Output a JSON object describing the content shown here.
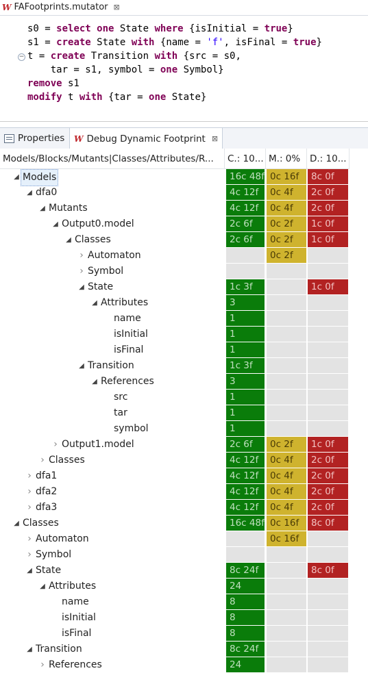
{
  "editor": {
    "tab_title": "FAFootprints.mutator",
    "close_glyph": "⊠",
    "lines": [
      {
        "y": 0,
        "segments": [
          [
            "t",
            "s0 = "
          ],
          [
            "k",
            "select one"
          ],
          [
            "t",
            " State "
          ],
          [
            "k",
            "where"
          ],
          [
            "t",
            " {isInitial = "
          ],
          [
            "k",
            "true"
          ],
          [
            "t",
            "}"
          ]
        ]
      },
      {
        "y": 1,
        "segments": [
          [
            "t",
            "s1 = "
          ],
          [
            "k",
            "create"
          ],
          [
            "t",
            " State "
          ],
          [
            "k",
            "with"
          ],
          [
            "t",
            " {name = "
          ],
          [
            "s",
            "'f'"
          ],
          [
            "t",
            ", isFinal = "
          ],
          [
            "k",
            "true"
          ],
          [
            "t",
            "}"
          ]
        ]
      },
      {
        "y": 2,
        "segments": [
          [
            "t",
            "t = "
          ],
          [
            "k",
            "create"
          ],
          [
            "t",
            " Transition "
          ],
          [
            "k",
            "with"
          ],
          [
            "t",
            " {src = s0,"
          ]
        ]
      },
      {
        "y": 3,
        "segments": [
          [
            "t",
            "    tar = s1, symbol = "
          ],
          [
            "k",
            "one"
          ],
          [
            "t",
            " Symbol}"
          ]
        ]
      },
      {
        "y": 4,
        "segments": [
          [
            "k",
            "remove"
          ],
          [
            "t",
            " s1"
          ]
        ]
      },
      {
        "y": 5,
        "segments": [
          [
            "k",
            "modify"
          ],
          [
            "t",
            " t "
          ],
          [
            "k",
            "with"
          ],
          [
            "t",
            " {tar = "
          ],
          [
            "k",
            "one"
          ],
          [
            "t",
            " State}"
          ]
        ]
      }
    ]
  },
  "views": {
    "properties_label": "Properties",
    "debug_label": "Debug Dynamic Footprint",
    "close_glyph": "⊠"
  },
  "table": {
    "headers": {
      "name": "Models/Blocks/Mutants|Classes/Attributes/R...",
      "c": "C.: 10...",
      "m": "M.: 0%",
      "d": "D.: 10..."
    },
    "rows": [
      {
        "label": "Models",
        "level": 0,
        "twisty": "open",
        "selected": true,
        "c": [
          "16c 48f",
          "green"
        ],
        "m": [
          "0c 16f",
          "yellow"
        ],
        "d": [
          "8c 0f",
          "red"
        ]
      },
      {
        "label": "dfa0",
        "level": 1,
        "twisty": "open",
        "c": [
          "4c 12f",
          "green"
        ],
        "m": [
          "0c 4f",
          "yellow"
        ],
        "d": [
          "2c 0f",
          "red"
        ]
      },
      {
        "label": "Mutants",
        "level": 2,
        "twisty": "open",
        "c": [
          "4c 12f",
          "green"
        ],
        "m": [
          "0c 4f",
          "yellow"
        ],
        "d": [
          "2c 0f",
          "red"
        ]
      },
      {
        "label": "Output0.model",
        "level": 3,
        "twisty": "open",
        "c": [
          "2c 6f",
          "green"
        ],
        "m": [
          "0c 2f",
          "yellow"
        ],
        "d": [
          "1c 0f",
          "red"
        ]
      },
      {
        "label": "Classes",
        "level": 4,
        "twisty": "open",
        "c": [
          "2c 6f",
          "green"
        ],
        "m": [
          "0c 2f",
          "yellow"
        ],
        "d": [
          "1c 0f",
          "red"
        ]
      },
      {
        "label": "Automaton",
        "level": 5,
        "twisty": "closed",
        "c": [
          "",
          "grey"
        ],
        "m": [
          "0c 2f",
          "yellow"
        ],
        "d": [
          "",
          "grey"
        ]
      },
      {
        "label": "Symbol",
        "level": 5,
        "twisty": "closed",
        "c": [
          "",
          "grey"
        ],
        "m": [
          "",
          "grey"
        ],
        "d": [
          "",
          "grey"
        ]
      },
      {
        "label": "State",
        "level": 5,
        "twisty": "open",
        "c": [
          "1c 3f",
          "green"
        ],
        "m": [
          "",
          "grey"
        ],
        "d": [
          "1c 0f",
          "red"
        ]
      },
      {
        "label": "Attributes",
        "level": 6,
        "twisty": "open",
        "c": [
          "3",
          "green"
        ],
        "m": [
          "",
          "grey"
        ],
        "d": [
          "",
          "grey"
        ]
      },
      {
        "label": "name",
        "level": 7,
        "twisty": "none",
        "c": [
          "1",
          "green"
        ],
        "m": [
          "",
          "grey"
        ],
        "d": [
          "",
          "grey"
        ]
      },
      {
        "label": "isInitial",
        "level": 7,
        "twisty": "none",
        "c": [
          "1",
          "green"
        ],
        "m": [
          "",
          "grey"
        ],
        "d": [
          "",
          "grey"
        ]
      },
      {
        "label": "isFinal",
        "level": 7,
        "twisty": "none",
        "c": [
          "1",
          "green"
        ],
        "m": [
          "",
          "grey"
        ],
        "d": [
          "",
          "grey"
        ]
      },
      {
        "label": "Transition",
        "level": 5,
        "twisty": "open",
        "c": [
          "1c 3f",
          "green"
        ],
        "m": [
          "",
          "grey"
        ],
        "d": [
          "",
          "grey"
        ]
      },
      {
        "label": "References",
        "level": 6,
        "twisty": "open",
        "c": [
          "3",
          "green"
        ],
        "m": [
          "",
          "grey"
        ],
        "d": [
          "",
          "grey"
        ]
      },
      {
        "label": "src",
        "level": 7,
        "twisty": "none",
        "c": [
          "1",
          "green"
        ],
        "m": [
          "",
          "grey"
        ],
        "d": [
          "",
          "grey"
        ]
      },
      {
        "label": "tar",
        "level": 7,
        "twisty": "none",
        "c": [
          "1",
          "green"
        ],
        "m": [
          "",
          "grey"
        ],
        "d": [
          "",
          "grey"
        ]
      },
      {
        "label": "symbol",
        "level": 7,
        "twisty": "none",
        "c": [
          "1",
          "green"
        ],
        "m": [
          "",
          "grey"
        ],
        "d": [
          "",
          "grey"
        ]
      },
      {
        "label": "Output1.model",
        "level": 3,
        "twisty": "closed",
        "c": [
          "2c 6f",
          "green"
        ],
        "m": [
          "0c 2f",
          "yellow"
        ],
        "d": [
          "1c 0f",
          "red"
        ]
      },
      {
        "label": "Classes",
        "level": 2,
        "twisty": "closed",
        "c": [
          "4c 12f",
          "green"
        ],
        "m": [
          "0c 4f",
          "yellow"
        ],
        "d": [
          "2c 0f",
          "red"
        ]
      },
      {
        "label": "dfa1",
        "level": 1,
        "twisty": "closed",
        "c": [
          "4c 12f",
          "green"
        ],
        "m": [
          "0c 4f",
          "yellow"
        ],
        "d": [
          "2c 0f",
          "red"
        ]
      },
      {
        "label": "dfa2",
        "level": 1,
        "twisty": "closed",
        "c": [
          "4c 12f",
          "green"
        ],
        "m": [
          "0c 4f",
          "yellow"
        ],
        "d": [
          "2c 0f",
          "red"
        ]
      },
      {
        "label": "dfa3",
        "level": 1,
        "twisty": "closed",
        "c": [
          "4c 12f",
          "green"
        ],
        "m": [
          "0c 4f",
          "yellow"
        ],
        "d": [
          "2c 0f",
          "red"
        ]
      },
      {
        "label": "Classes",
        "level": 0,
        "twisty": "open",
        "c": [
          "16c 48f",
          "green"
        ],
        "m": [
          "0c 16f",
          "yellow"
        ],
        "d": [
          "8c 0f",
          "red"
        ]
      },
      {
        "label": "Automaton",
        "level": 1,
        "twisty": "closed",
        "c": [
          "",
          "grey"
        ],
        "m": [
          "0c 16f",
          "yellow"
        ],
        "d": [
          "",
          "grey"
        ]
      },
      {
        "label": "Symbol",
        "level": 1,
        "twisty": "closed",
        "c": [
          "",
          "grey"
        ],
        "m": [
          "",
          "grey"
        ],
        "d": [
          "",
          "grey"
        ]
      },
      {
        "label": "State",
        "level": 1,
        "twisty": "open",
        "c": [
          "8c 24f",
          "green"
        ],
        "m": [
          "",
          "grey"
        ],
        "d": [
          "8c 0f",
          "red"
        ]
      },
      {
        "label": "Attributes",
        "level": 2,
        "twisty": "open",
        "c": [
          "24",
          "green"
        ],
        "m": [
          "",
          "grey"
        ],
        "d": [
          "",
          "grey"
        ]
      },
      {
        "label": "name",
        "level": 3,
        "twisty": "none",
        "c": [
          "8",
          "green"
        ],
        "m": [
          "",
          "grey"
        ],
        "d": [
          "",
          "grey"
        ]
      },
      {
        "label": "isInitial",
        "level": 3,
        "twisty": "none",
        "c": [
          "8",
          "green"
        ],
        "m": [
          "",
          "grey"
        ],
        "d": [
          "",
          "grey"
        ]
      },
      {
        "label": "isFinal",
        "level": 3,
        "twisty": "none",
        "c": [
          "8",
          "green"
        ],
        "m": [
          "",
          "grey"
        ],
        "d": [
          "",
          "grey"
        ]
      },
      {
        "label": "Transition",
        "level": 1,
        "twisty": "open",
        "c": [
          "8c 24f",
          "green"
        ],
        "m": [
          "",
          "grey"
        ],
        "d": [
          "",
          "grey"
        ]
      },
      {
        "label": "References",
        "level": 2,
        "twisty": "closed",
        "c": [
          "24",
          "green"
        ],
        "m": [
          "",
          "grey"
        ],
        "d": [
          "",
          "grey"
        ]
      }
    ]
  }
}
